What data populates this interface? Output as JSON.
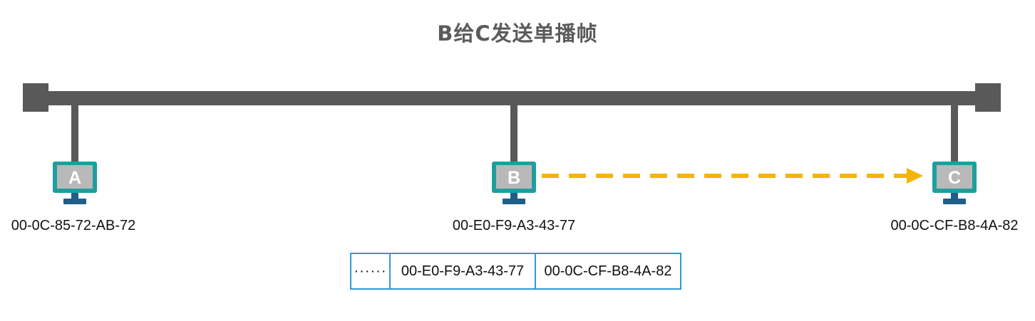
{
  "title": "B给C发送单播帧",
  "hosts": [
    {
      "id": "A",
      "letter": "A",
      "mac": "00-0C-85-72-AB-72"
    },
    {
      "id": "B",
      "letter": "B",
      "mac": "00-E0-F9-A3-43-77"
    },
    {
      "id": "C",
      "letter": "C",
      "mac": "00-0C-CF-B8-4A-82"
    }
  ],
  "frame": {
    "payload": "······",
    "source_mac": "00-E0-F9-A3-43-77",
    "destination_mac": "00-0C-CF-B8-4A-82"
  },
  "colors": {
    "bus": "#595959",
    "monitor_frame": "#1f9e9e",
    "monitor_screen": "#b9b9b9",
    "monitor_stand": "#1e5f8a",
    "arrow": "#f5b400",
    "frame_border": "#2f9bd6",
    "title": "#5b5b5b"
  }
}
